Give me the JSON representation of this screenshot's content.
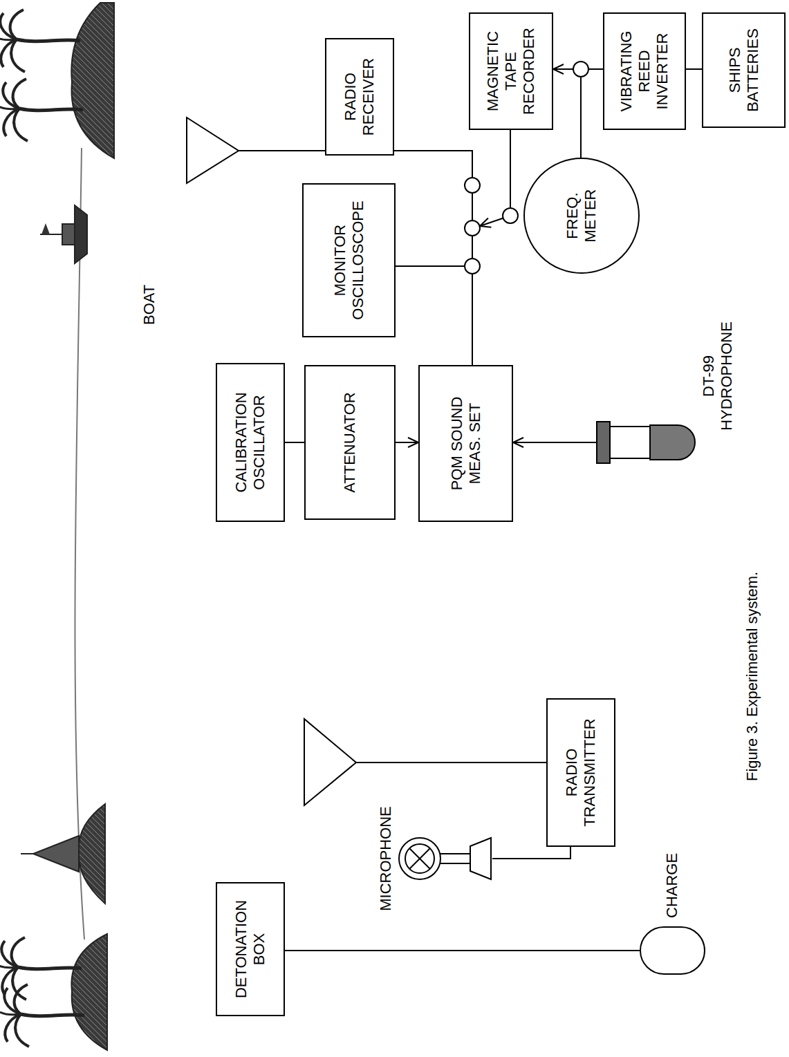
{
  "diagram": {
    "caption": "Figure 3. Experimental system.",
    "nodes": [
      {
        "text": [
          "DETONATION BOX"
        ]
      },
      {
        "text": [
          "CHARGE"
        ]
      },
      {
        "text": [
          "MICROPHONE"
        ]
      },
      {
        "text": [
          "RADIO TRANSMITTER"
        ]
      },
      {
        "text": [
          "CALIBRATION OSCILLATOR"
        ]
      },
      {
        "text": [
          "ATTENUATOR"
        ]
      },
      {
        "text": [
          "PQM SOUND MEAS. SET"
        ]
      },
      {
        "text": [
          "DT-99 HYDROPHONE"
        ]
      },
      {
        "text": [
          "MONITOR OSCILLOSCOPE"
        ]
      },
      {
        "text": [
          "RADIO RECEIVER"
        ]
      },
      {
        "text": [
          "MAGNETIC TAPE RECORDER"
        ]
      },
      {
        "text": [
          "FREQ. METER"
        ]
      },
      {
        "text": [
          "VIBRATING REED INVERTER"
        ]
      },
      {
        "text": [
          "SHIPS BATTERIES"
        ]
      }
    ],
    "edges": [
      {
        "from": 0,
        "to": 1,
        "arrow": "none"
      },
      {
        "from": 2,
        "to": 3,
        "arrow": "none"
      },
      {
        "from": 4,
        "to": 5,
        "arrow": "none"
      },
      {
        "from": 5,
        "to": 6,
        "arrow": "to"
      },
      {
        "from": 7,
        "to": 6,
        "arrow": "to"
      },
      {
        "from": 6,
        "to": 8,
        "arrow": "none"
      },
      {
        "from": 6,
        "to": 9,
        "arrow": "none"
      },
      {
        "from": 10,
        "to": 6,
        "arrow": "to"
      },
      {
        "from": 12,
        "to": 10,
        "arrow": "to"
      },
      {
        "from": 12,
        "to": 11,
        "arrow": "none"
      },
      {
        "from": 13,
        "to": 12,
        "arrow": "none"
      }
    ],
    "labels": [
      "BOAT"
    ]
  }
}
